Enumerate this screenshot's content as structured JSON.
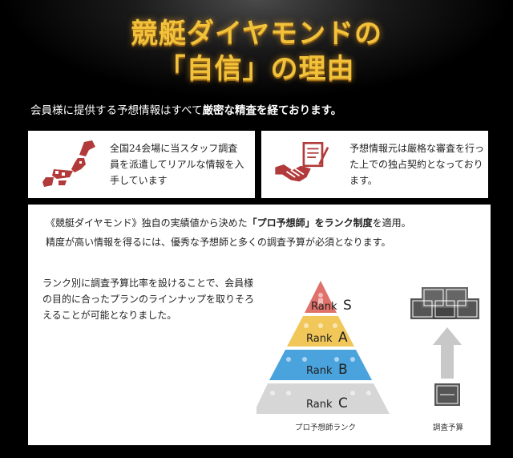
{
  "hero": {
    "line1": "競艇ダイヤモンドの",
    "line2": "「自信」の理由"
  },
  "intro": {
    "before": "会員様に提供する予想情報はすべて",
    "emph1": "厳密な精査",
    "middle": "を経ております。"
  },
  "cards": [
    {
      "icon": "japan-map-icon",
      "text": "全国24会場に当スタッフ調査員を派遣してリアルな情報を入手しています"
    },
    {
      "icon": "contract-handshake-icon",
      "text": "予想情報元は厳格な審査を行った上での独占契約となっております。"
    }
  ],
  "panel": {
    "line1_a": "《競艇ダイヤモンド》独自の実績値から決めた",
    "line1_b": "「プロ予想師」をランク制度",
    "line1_c": "を適用。",
    "line2": "精度が高い情報を得るには、優秀な予想師と多くの調査予算が必須となります。",
    "side": "ランク別に調査予算比率を設けることで、会員様の目的に合ったプランのラインナップを取りそろえることが可能となりました。",
    "pyramid_caption": "プロ予想師ランク",
    "budget_caption": "調査予算",
    "ranks": [
      {
        "label": "Rank",
        "letter": "S",
        "color": "#e0706a"
      },
      {
        "label": "Rank",
        "letter": "A",
        "color": "#f2c75a"
      },
      {
        "label": "Rank",
        "letter": "B",
        "color": "#4aa3dc"
      },
      {
        "label": "Rank",
        "letter": "C",
        "color": "#d6d6d6"
      }
    ]
  },
  "colors": {
    "gold": "#f2c23a",
    "accent_red": "#b23a3a"
  }
}
